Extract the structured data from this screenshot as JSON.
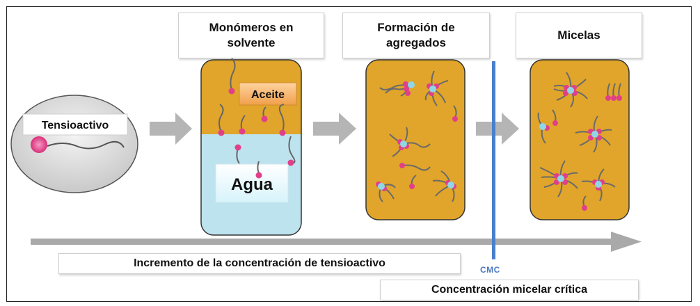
{
  "stages": {
    "monomers_title": "Monómeros en solvente",
    "monomers_title_line1": "Monómeros en",
    "monomers_title_line2": "solvente",
    "aggregates_title_line1": "Formación de",
    "aggregates_title_line2": "agregados",
    "micelles_title": "Micelas"
  },
  "surfactant_label": "Tensioactivo",
  "oil_label": "Aceite",
  "water_label": "Agua",
  "axis_label": "Incremento de la concentración de tensioactivo",
  "cmc_abbr": "CMC",
  "cmc_full": "Concentración micelar crítica",
  "colors": {
    "container_fill": "#E0A52A",
    "water_fill": "#BDE3EE",
    "head_pink": "#E0408A",
    "head_cyan": "#8FD6E6",
    "cmc_line": "#4A7FCC",
    "arrow_gray": "#A9A9A9"
  }
}
